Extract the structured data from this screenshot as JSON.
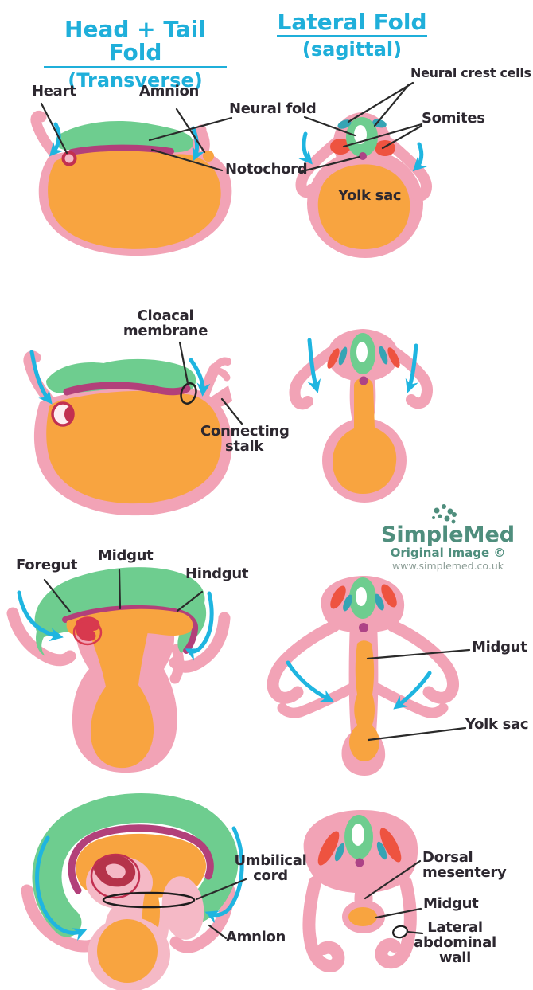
{
  "titles": {
    "left": {
      "main": "Head + Tail Fold",
      "sub": "(Transverse)"
    },
    "right": {
      "main": "Lateral Fold",
      "sub": "(sagittal)"
    }
  },
  "labels": {
    "row1": {
      "heart": "Heart",
      "amnion": "Amnion",
      "neural_fold": "Neural fold",
      "notochord": "Notochord",
      "neural_crest_cells": "Neural crest cells",
      "somites": "Somites",
      "yolk_sac": "Yolk sac"
    },
    "row2": {
      "cloacal_membrane": "Cloacal membrane",
      "connecting_stalk": "Connecting stalk"
    },
    "row3": {
      "foregut": "Foregut",
      "midgut": "Midgut",
      "hindgut": "Hindgut",
      "midgut_right": "Midgut",
      "yolk_sac": "Yolk sac"
    },
    "row4": {
      "umbilical_cord": "Umbilical cord",
      "amnion": "Amnion",
      "dorsal_mesentery": "Dorsal mesentery",
      "midgut": "Midgut",
      "lateral_abdominal_wall": "Lateral abdominal wall"
    }
  },
  "watermark": {
    "brand": "SimpleMed",
    "line2": "Original Image ©",
    "url": "www.simplemed.co.uk"
  },
  "colors": {
    "title_cyan": "#1fafda",
    "arrow_cyan": "#1fb5e0",
    "pink": "#f2a3b6",
    "light_pink": "#f5b9c6",
    "orange": "#f8a440",
    "green": "#6ecd8f",
    "magenta_band": "#b2407a",
    "notochord_dot": "#ad4386",
    "somite_red": "#ee5340",
    "crest_teal": "#35a4b4",
    "heart_red": "#c23050",
    "label_ink": "#2d2830",
    "watermark_teal": "#4f8e7d"
  }
}
